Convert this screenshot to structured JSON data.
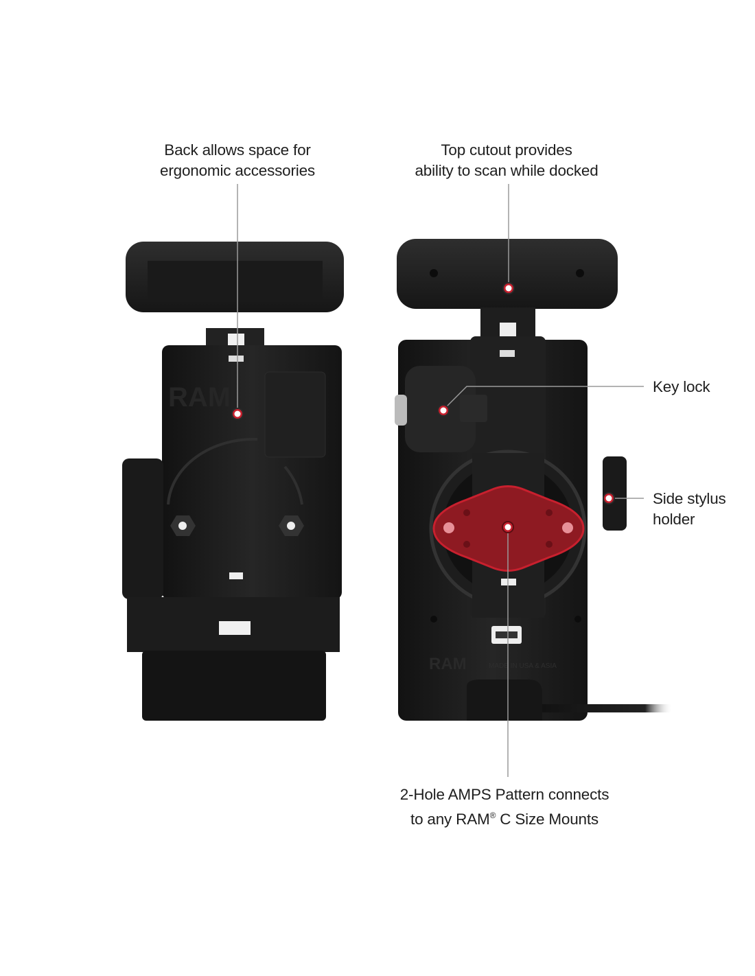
{
  "callouts": {
    "back": {
      "line1": "Back allows space for",
      "line2": "ergonomic accessories"
    },
    "top_cutout": {
      "line1": "Top cutout provides",
      "line2": "ability to scan while docked"
    },
    "key_lock": {
      "line1": "Key lock"
    },
    "stylus": {
      "line1": "Side stylus",
      "line2": "holder"
    },
    "amps": {
      "line1": "2-Hole AMPS Pattern connects",
      "line2_pre": "to any RAM",
      "line2_reg": "®",
      "line2_post": " C Size Mounts"
    }
  },
  "product_markings": {
    "logo": "RAM",
    "made_in": "MADE IN USA & ASIA"
  },
  "colors": {
    "marker_red": "#c8202e",
    "plate_red": "#8e1a22",
    "body": "#1b1b1b",
    "leader": "#9a9a9a"
  }
}
